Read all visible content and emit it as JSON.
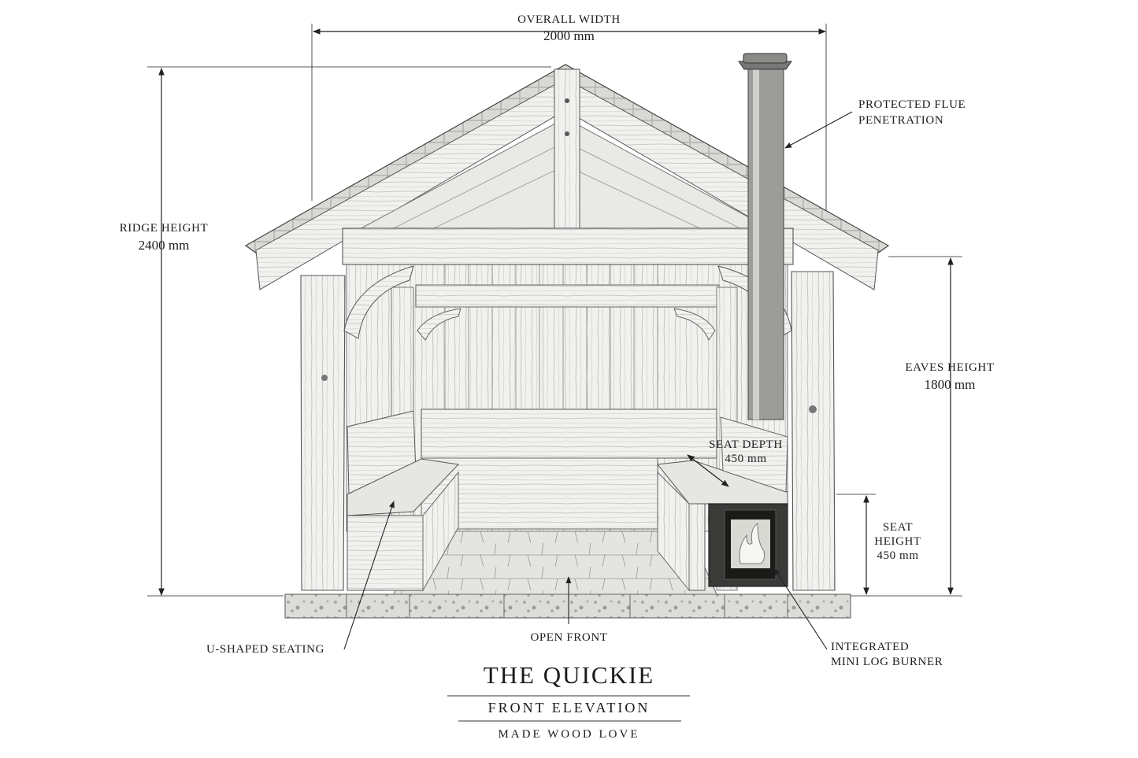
{
  "drawing": {
    "dimensions": {
      "overall_width": {
        "label": "OVERALL WIDTH",
        "value": "2000 mm"
      },
      "ridge_height": {
        "label": "RIDGE HEIGHT",
        "value": "2400 mm"
      },
      "eaves_height": {
        "label": "EAVES HEIGHT",
        "value": "1800 mm"
      },
      "seat_depth": {
        "label": "SEAT DEPTH",
        "value": "450 mm"
      },
      "seat_height": {
        "label_line1": "SEAT",
        "label_line2": "HEIGHT",
        "value": "450 mm"
      }
    },
    "callouts": {
      "flue": {
        "line1": "PROTECTED FLUE",
        "line2": "PENETRATION"
      },
      "seating": "U-SHAPED SEATING",
      "open_front": "OPEN FRONT",
      "burner": {
        "line1": "INTEGRATED",
        "line2": "MINI LOG BURNER"
      }
    },
    "title_block": {
      "title": "THE QUICKIE",
      "subtitle": "FRONT  ELEVATION",
      "brand": "MADE WOOD LOVE"
    }
  }
}
